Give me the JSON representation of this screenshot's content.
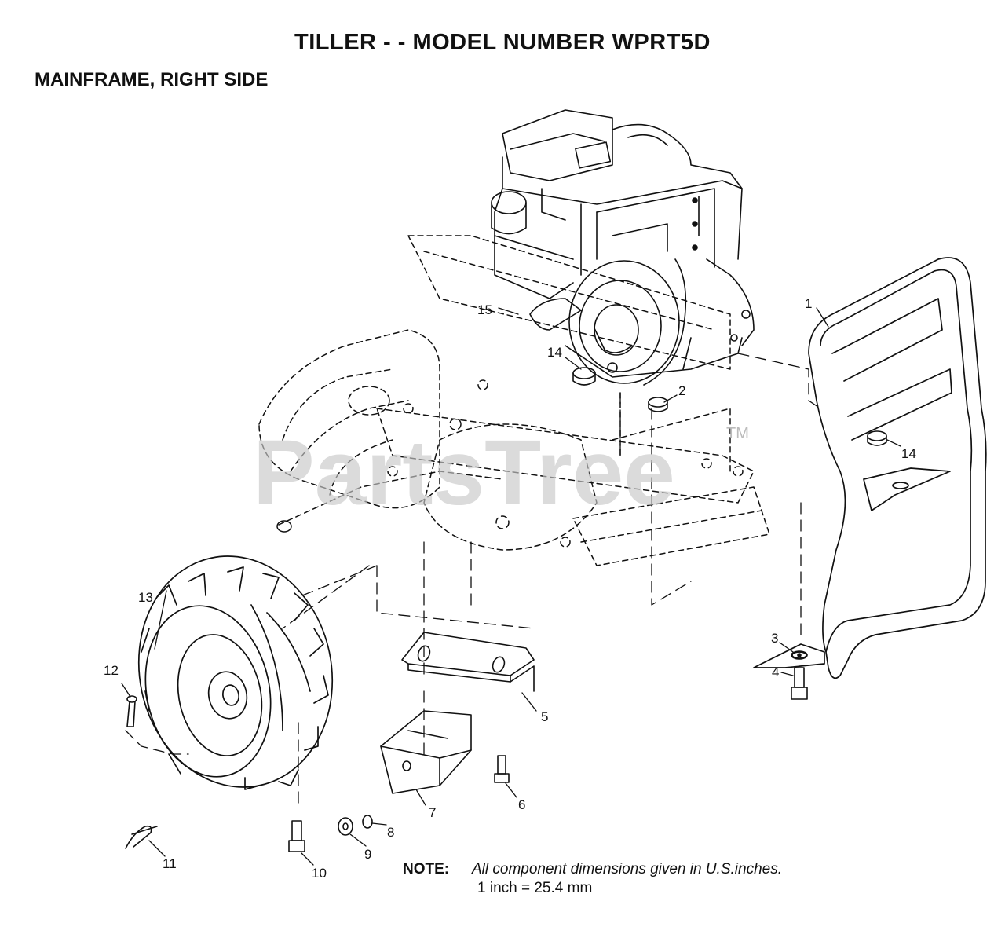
{
  "header": {
    "title": "TILLER - - MODEL NUMBER WPRT5D",
    "subtitle": "MAINFRAME, RIGHT SIDE"
  },
  "watermark": {
    "text": "PartsTree",
    "tm": "TM"
  },
  "callouts": [
    "1",
    "2",
    "3",
    "4",
    "5",
    "6",
    "7",
    "8",
    "9",
    "10",
    "11",
    "12",
    "13",
    "14",
    "14",
    "15"
  ],
  "note": {
    "label": "NOTE:",
    "line1": "All component dimensions given in U.S.inches.",
    "line2": "1 inch = 25.4 mm"
  }
}
